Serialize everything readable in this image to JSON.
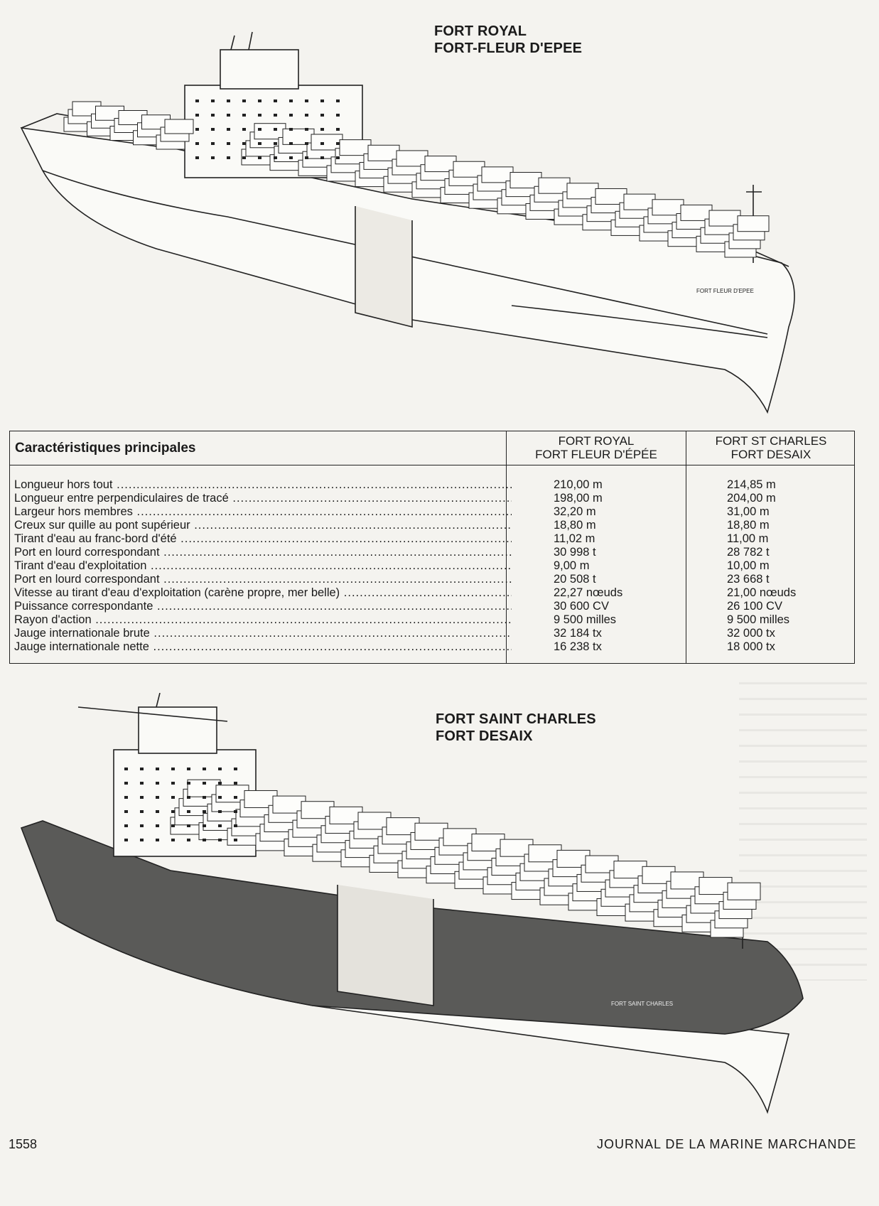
{
  "top_ship": {
    "caption_line1": "FORT ROYAL",
    "caption_line2": "FORT-FLEUR D'EPEE",
    "hull_name": "FORT FLEUR D'EPEE"
  },
  "bottom_ship": {
    "caption_line1": "FORT SAINT CHARLES",
    "caption_line2": "FORT DESAIX",
    "hull_name": "FORT SAINT CHARLES"
  },
  "table": {
    "title": "Caractéristiques principales",
    "col1_line1": "FORT ROYAL",
    "col1_line2": "FORT FLEUR D'ÉPÉE",
    "col2_line1": "FORT ST CHARLES",
    "col2_line2": "FORT DESAIX",
    "rows": [
      {
        "label": "Longueur hors tout",
        "v1": "210,00 m",
        "v2": "214,85 m"
      },
      {
        "label": "Longueur entre perpendiculaires de tracé",
        "v1": "198,00 m",
        "v2": "204,00 m"
      },
      {
        "label": "Largeur hors membres",
        "v1": "32,20 m",
        "v2": "31,00 m"
      },
      {
        "label": "Creux sur quille au pont supérieur",
        "v1": "18,80 m",
        "v2": "18,80 m"
      },
      {
        "label": "Tirant d'eau au franc-bord d'été",
        "v1": "11,02 m",
        "v2": "11,00 m"
      },
      {
        "label": "Port en lourd correspondant",
        "v1": "30 998 t",
        "v2": "28 782 t"
      },
      {
        "label": "Tirant d'eau d'exploitation",
        "v1": "9,00 m",
        "v2": "10,00 m"
      },
      {
        "label": "Port en lourd correspondant",
        "v1": "20 508 t",
        "v2": "23 668 t"
      },
      {
        "label": "Vitesse au tirant d'eau d'exploitation (carène propre, mer belle)",
        "v1": "22,27 nœuds",
        "v2": "21,00 nœuds"
      },
      {
        "label": "Puissance correspondante",
        "v1": "30 600 CV",
        "v2": "26 100 CV"
      },
      {
        "label": "Rayon d'action",
        "v1": "9 500 milles",
        "v2": "9 500 milles"
      },
      {
        "label": "Jauge internationale brute",
        "v1": "32 184 tx",
        "v2": "32 000 tx"
      },
      {
        "label": "Jauge internationale nette",
        "v1": "16 238 tx",
        "v2": "18 000 tx"
      }
    ]
  },
  "footer": {
    "page_number": "1558",
    "journal": "JOURNAL DE LA MARINE MARCHANDE"
  }
}
